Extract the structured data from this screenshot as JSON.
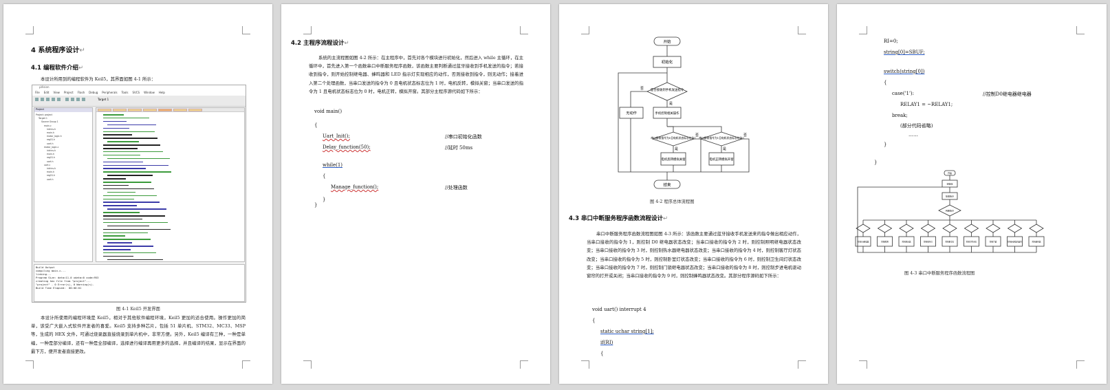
{
  "page1": {
    "h1": "4 系统程序设计",
    "h2": "4.1 编程软件介绍",
    "intro": "本设计所用到的编程软件为 Keil5，其界面如图 4-1 所示：",
    "ide": {
      "menu": [
        "File",
        "Edit",
        "View",
        "Project",
        "Flash",
        "Debug",
        "Peripherals",
        "Tools",
        "SVCS",
        "Window",
        "Help"
      ],
      "target": "Target 1",
      "project_tree": [
        "Project: project",
        "Target 1",
        "Source Group 1",
        "main.c",
        "intrins.h",
        "main.h",
        "motor_logic.h",
        "reg51.h",
        "uart.h",
        "motor_logic.c",
        "intrins.h",
        "main.h",
        "reg51.h",
        "uart.h",
        "uart.c",
        "intrins.h",
        "main.h",
        "reg51.h",
        "uart.h"
      ],
      "output": "Build Output\ncompiling main.c...\nlinking...\nProgram Size: data=11.0 xdata=0 code=953\ncreating hex file from \"project\"...\n\"project\" - 0 Error(s), 0 Warning(s).\nBuild Time Elapsed:  00:00:01"
    },
    "caption": "图 4-1 Keil5 开发界面",
    "body": "本设计所使用的编程环境是 Keil5，相对于其他软件编程环境，Keil5 更加的适合使用。操作更加的简单，该受广大嵌入式软件开发者的喜爱。Keil5 支持多种芯片，包括 51 单片机、STM32、MC33、MSP 等，生成的 HEX 文件，可通过烧录器直接烧录到单片机中，非常方便。另外，Keil5 编译有三种，一种是单编，一种是部分编译，还有一种是全部编译，选择进行编译再用更多的选择，并且编译的结果，显示在界面的最下方，便开发者直接更改。"
  },
  "page2": {
    "h2": "4.2 主程序流程设计",
    "body": "系统的主流程图如图 4-2 所示：在主程序中，首先对各个模块进行初始化，然后进入 while 主循环，在主循环中，首先进入第一个函数串口中断服务程序函数，该函数主要判断通过蓝牙接收到手机发送的指令；若接收到指令，则开始控制继电器、蜂鸣器和 LED 指示灯实现相应的动作，否则接收到指令，则无动作；接着进入第二个处理函数，当串口发送的指令为 0 且电机状态标志位为 1 时，电机反转，模拟关窗；当串口发送的指令为 1 且电机状态标志位为 0 时，电机正转，模拟开窗。其部分主程序源代码如下所示：",
    "code": [
      {
        "text": "void main()",
        "comment": ""
      },
      {
        "text": "{",
        "comment": ""
      },
      {
        "text": "Uart_Init();",
        "comment": "//串口初始化函数"
      },
      {
        "text": "Delay_function(50);",
        "comment": "//延时 50ms"
      },
      {
        "text": "while(1)",
        "comment": ""
      },
      {
        "text": "{",
        "comment": ""
      },
      {
        "text": "Manage_function();",
        "comment": "//处理函数"
      },
      {
        "text": "}",
        "comment": ""
      },
      {
        "text": "}",
        "comment": ""
      }
    ]
  },
  "page3": {
    "flow": {
      "start": "开始",
      "init": "初始化",
      "decision1": "是否接收到手机发送指令",
      "yes": "是",
      "no": "否",
      "no_action": "无动作",
      "control": "手机控制相关操作",
      "decision2": "串口接收指令为0且电机状态标志位为1",
      "decision3": "串口接收指令为1且电机状态标志位为0",
      "motor_rev": "电机反转模拟关窗",
      "motor_fwd": "电机正转模拟开窗",
      "end": "结束"
    },
    "caption": "图 4-2 程序总体流程图",
    "h2": "4.3 串口中断服务程序函数流程设计",
    "body": "串口中断服务程序函数流程图如图 4-3 所示：该函数主要通过蓝牙接收手机发送来的指令做出相应动作，当串口接收的指令为 1，则控制 D0 继电器状态改变；当串口接收的指令为 2 时，则控制照明继电器状态改变；当串口接收的指令为 3 时，则控制热水器继电器状态改变；当串口接收的指令为 4 时，则控制客厅灯状态改变；当串口接收的指令为 5 时，则控制卧室灯状态改变；当串口接收的指令为 6 时，则控制卫生间灯状态改变；当串口接收的指令为 7 时，则控制门锁继电器状态改变；当串口接收的指令为 8 时，则控制步进电机驱动窗帘的打开或关闭；当串口接收的指令为 9 时，则控制蜂鸣器状态改变。其部分程序源码如下所示：",
    "code": [
      "void uart() interrupt 4",
      "{",
      "static uchar string[1];",
      "if(RI)",
      "{"
    ]
  },
  "page4": {
    "code": [
      {
        "text": "RI=0;",
        "comment": ""
      },
      {
        "text": "string[0]=SBUF;",
        "comment": ""
      },
      {
        "text": "switch(string[0])",
        "comment": ""
      },
      {
        "text": "{",
        "comment": ""
      },
      {
        "text": "case('1'):",
        "comment": "//控制D0继电器继电器"
      },
      {
        "text": "RELAY1 = ~RELAY1;",
        "comment": ""
      },
      {
        "text": "break;",
        "comment": ""
      },
      {
        "text": "(部分代码省略)",
        "comment": ""
      },
      {
        "text": "……",
        "comment": ""
      },
      {
        "text": "}",
        "comment": ""
      },
      {
        "text": "}",
        "comment": ""
      }
    ],
    "mini_flow": {
      "start": "开始",
      "init": "初始化",
      "recv": "接收指令",
      "decision": "判断指令",
      "branches": [
        "控制D0继电器",
        "控制照明",
        "控制热水器",
        "控制客厅灯",
        "控制卧室灯",
        "控制卫生间灯",
        "控制门锁",
        "控制步进电机窗帘",
        "控制蜂鸣器"
      ]
    },
    "caption": "图 4-3 串口中断服务程序函数流程图"
  }
}
